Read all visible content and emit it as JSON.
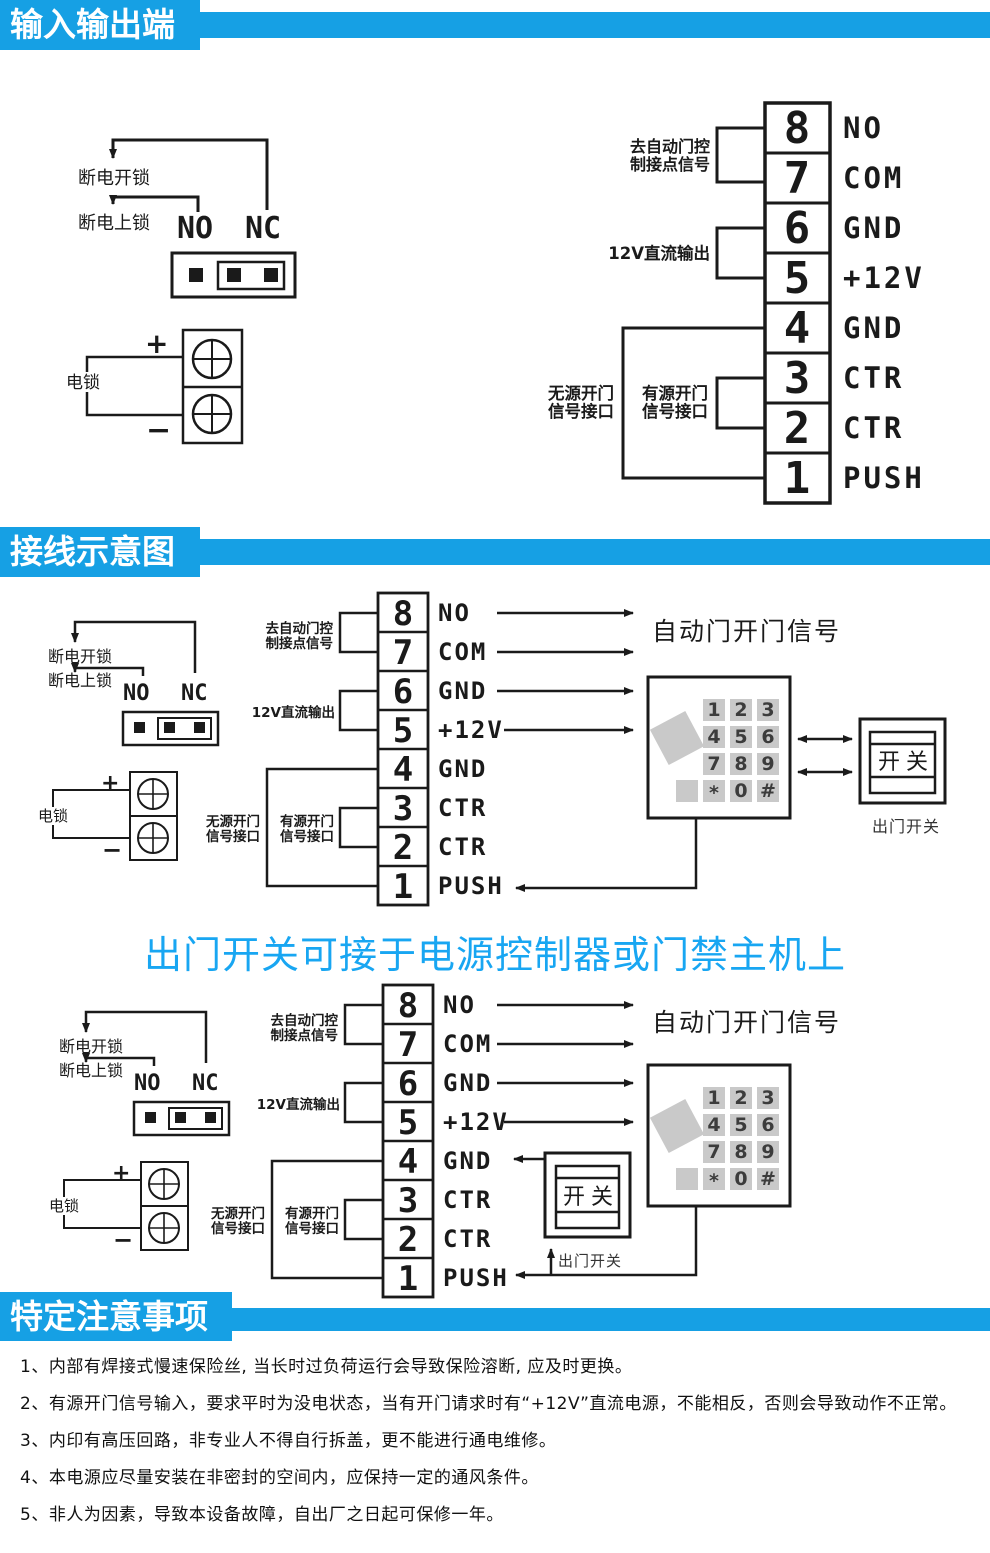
{
  "headers": {
    "io": "输入输出端",
    "diagram": "接线示意图",
    "notes": "特定注意事项"
  },
  "colors": {
    "header_blue": "#16A0E4",
    "highlight_blue": "#18A6F2",
    "key_gray": "#C9C9C9",
    "line": "#1A1A1A"
  },
  "jumper": {
    "unlock": "断电开锁",
    "lockup": "断电上锁",
    "no": "NO",
    "nc": "NC"
  },
  "lock": {
    "plus": "+",
    "minus": "−",
    "label": "电锁"
  },
  "terminal": {
    "pins": [
      {
        "num": "8",
        "name": "NO"
      },
      {
        "num": "7",
        "name": "COM"
      },
      {
        "num": "6",
        "name": "GND"
      },
      {
        "num": "5",
        "name": "+12V"
      },
      {
        "num": "4",
        "name": "GND"
      },
      {
        "num": "3",
        "name": "CTR"
      },
      {
        "num": "2",
        "name": "CTR"
      },
      {
        "num": "1",
        "name": "PUSH"
      }
    ],
    "groups": {
      "auto1": "去自动门控",
      "auto2": "制接点信号",
      "dc": "12V直流输出",
      "passive1": "无源开门",
      "passive2": "信号接口",
      "active1": "有源开门",
      "active2": "信号接口"
    }
  },
  "wiring": {
    "door_signal": "自动门开门信号",
    "keys": [
      "1",
      "2",
      "3",
      "4",
      "5",
      "6",
      "7",
      "8",
      "9",
      "*",
      "0",
      "#"
    ],
    "switch": "开关",
    "exit_switch": "出门开关",
    "note": "出门开关可接于电源控制器或门禁主机上"
  },
  "notes": [
    "1、内部有焊接式慢速保险丝, 当长时过负荷运行会导致保险溶断, 应及时更换。",
    "2、有源开门信号输入，要求平时为没电状态，当有开门请求时有“+12V”直流电源，不能相反，否则会导致动作不正常。",
    "3、内印有高压回路，非专业人不得自行拆盖，更不能进行通电维修。",
    "4、本电源应尽量安装在非密封的空间内，应保持一定的通风条件。",
    "5、非人为因素，导致本设备故障，自出厂之日起可保修一年。"
  ]
}
